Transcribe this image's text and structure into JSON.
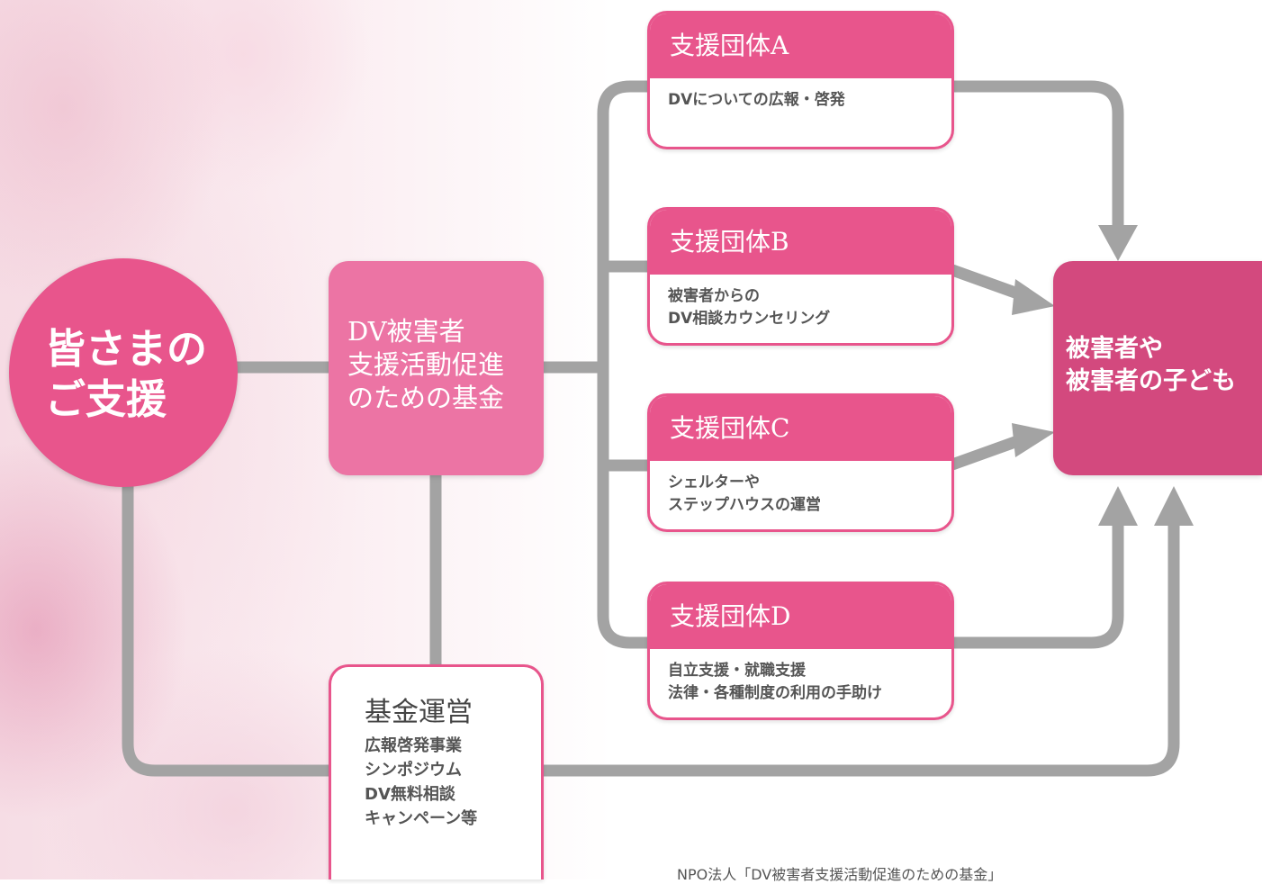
{
  "colors": {
    "pink_primary": "#e8558c",
    "pink_fund": "#ec74a4",
    "pink_target": "#d3497e",
    "connector_gray": "#a3a3a3"
  },
  "donors": {
    "label": "皆さまの\nご支援"
  },
  "fund": {
    "label": "DV被害者\n支援活動促進\nのための基金"
  },
  "organizations": [
    {
      "name": "支援団体A",
      "description": "DVについての広報・啓発"
    },
    {
      "name": "支援団体B",
      "description": "被害者からの\nDV相談カウンセリング"
    },
    {
      "name": "支援団体C",
      "description": "シェルターや\nステップハウスの運営"
    },
    {
      "name": "支援団体D",
      "description": "自立支援・就職支援\n法律・各種制度の利用の手助け"
    }
  ],
  "beneficiaries": {
    "label": "被害者や\n被害者の子ども"
  },
  "fund_operations": {
    "title": "基金運営",
    "items": "広報啓発事業\nシンポジウム\nDV無料相談\nキャンペーン等"
  },
  "footer": {
    "text": "NPO法人「DV被害者支援活動促進のための基金」"
  }
}
